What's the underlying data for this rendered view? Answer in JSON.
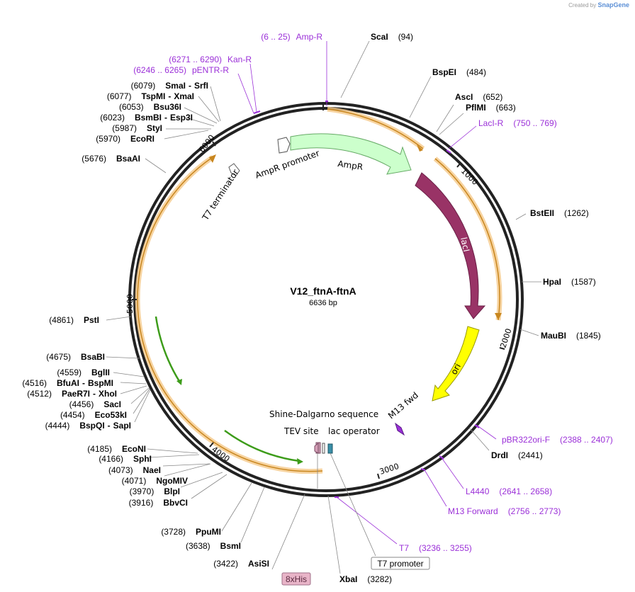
{
  "credit": {
    "created_by": "Created by",
    "brand": "SnapGene"
  },
  "plasmid": {
    "name": "V12_ftnA-ftnA",
    "size_label": "6636 bp",
    "length": 6636
  },
  "ticks": [
    "1000",
    "2000",
    "3000",
    "4000",
    "5000",
    "6000"
  ],
  "enzymes": [
    {
      "text": "ScaI",
      "pos": "(94)"
    },
    {
      "text": "BspEI",
      "pos": "(484)"
    },
    {
      "text": "AscI",
      "pos": "(652)"
    },
    {
      "text": "PflMI",
      "pos": "(663)"
    },
    {
      "text": "BstEII",
      "pos": "(1262)"
    },
    {
      "text": "HpaI",
      "pos": "(1587)"
    },
    {
      "text": "MauBI",
      "pos": "(1845)"
    },
    {
      "text": "DrdI",
      "pos": "(2441)"
    },
    {
      "text": "XbaI",
      "pos": "(3282)"
    },
    {
      "text": "AsiSI",
      "pos": "(3422)"
    },
    {
      "text": "BsmI",
      "pos": "(3638)"
    },
    {
      "text": "PpuMI",
      "pos": "(3728)"
    },
    {
      "text": "BbvCI",
      "pos": "(3916)"
    },
    {
      "text": "BlpI",
      "pos": "(3970)"
    },
    {
      "text": "NgoMIV",
      "pos": "(4071)"
    },
    {
      "text": "NaeI",
      "pos": "(4073)"
    },
    {
      "text": "SphI",
      "pos": "(4166)"
    },
    {
      "text": "EcoNI",
      "pos": "(4185)"
    },
    {
      "text": "BspQI",
      "alt": "SapI",
      "pos": "(4444)"
    },
    {
      "text": "Eco53kI",
      "pos": "(4454)"
    },
    {
      "text": "SacI",
      "pos": "(4456)"
    },
    {
      "text": "PaeR7I",
      "alt": "XhoI",
      "pos": "(4512)"
    },
    {
      "text": "BfuAI",
      "alt": "BspMI",
      "pos": "(4516)"
    },
    {
      "text": "BglII",
      "pos": "(4559)"
    },
    {
      "text": "BsaBI",
      "pos": "(4675)"
    },
    {
      "text": "PstI",
      "pos": "(4861)"
    },
    {
      "text": "BsaAI",
      "pos": "(5676)"
    },
    {
      "text": "EcoRI",
      "pos": "(5970)"
    },
    {
      "text": "StyI",
      "pos": "(5987)"
    },
    {
      "text": "BsmBI",
      "alt": "Esp3I",
      "pos": "(6023)"
    },
    {
      "text": "Bsu36I",
      "pos": "(6053)"
    },
    {
      "text": "TspMI",
      "alt": "XmaI",
      "pos": "(6077)"
    },
    {
      "text": "SmaI",
      "alt": "SrfI",
      "pos": "(6079)"
    }
  ],
  "primers": [
    {
      "text": "Amp-R",
      "pos": "(6 .. 25)"
    },
    {
      "text": "Kan-R",
      "pos": "(6271 .. 6290)"
    },
    {
      "text": "pENTR-R",
      "pos": "(6246 .. 6265)"
    },
    {
      "text": "LacI-R",
      "pos": "(750 .. 769)"
    },
    {
      "text": "pBR322ori-F",
      "pos": "(2388 .. 2407)"
    },
    {
      "text": "L4440",
      "pos": "(2641 .. 2658)"
    },
    {
      "text": "M13 Forward",
      "pos": "(2756 .. 2773)"
    },
    {
      "text": "T7",
      "pos": "(3236 .. 3255)"
    }
  ],
  "features": [
    {
      "label": "AmpR",
      "color": "#ccffcc"
    },
    {
      "label": "AmpR promoter",
      "color": "#ffffff"
    },
    {
      "label": "lacI",
      "color": "#993366"
    },
    {
      "label": "ori",
      "color": "#ffff00"
    },
    {
      "label": "M13 fwd",
      "color": "#9b30d8"
    },
    {
      "label": "lac operator",
      "color": "#3a8fa8"
    },
    {
      "label": "TEV site",
      "color": "#c99ab0"
    },
    {
      "label": "Shine-Dalgarno sequence",
      "color": "#ffffff"
    },
    {
      "label": "T7 terminator",
      "color": "#ffffff"
    }
  ],
  "boxed_labels": [
    {
      "text": "T7 promoter",
      "fill": "#ffffff"
    },
    {
      "text": "8xHis",
      "fill": "#e8b4c8"
    }
  ],
  "colors": {
    "orf": "#f5b042",
    "cds_green": "#3d9c1a",
    "primer": "#9b30d8"
  }
}
